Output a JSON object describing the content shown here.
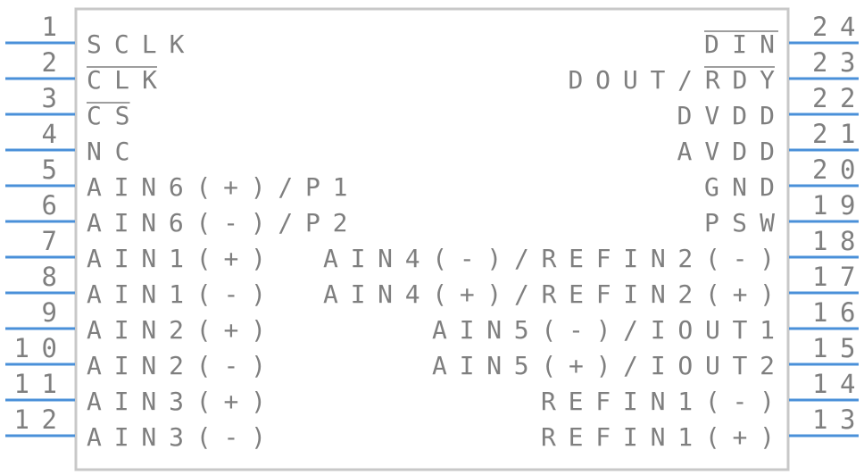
{
  "colors": {
    "pin": "#4a90d9",
    "body_stroke": "#c8c8c8",
    "text": "#7f7f7f"
  },
  "pins_left": [
    {
      "number": "1",
      "label": "SCLK",
      "overline": false
    },
    {
      "number": "2",
      "label": "CLK",
      "overline": true
    },
    {
      "number": "3",
      "label": "CS",
      "overline": true
    },
    {
      "number": "4",
      "label": "NC",
      "overline": false
    },
    {
      "number": "5",
      "label": "AIN6(+)/P1",
      "overline": false
    },
    {
      "number": "6",
      "label": "AIN6(-)/P2",
      "overline": false
    },
    {
      "number": "7",
      "label": "AIN1(+)",
      "overline": false
    },
    {
      "number": "8",
      "label": "AIN1(-)",
      "overline": false
    },
    {
      "number": "9",
      "label": "AIN2(+)",
      "overline": false
    },
    {
      "number": "10",
      "label": "AIN2(-)",
      "overline": false
    },
    {
      "number": "11",
      "label": "AIN3(+)",
      "overline": false
    },
    {
      "number": "12",
      "label": "AIN3(-)",
      "overline": false
    }
  ],
  "pins_right": [
    {
      "number": "24",
      "label": "DIN",
      "overline": true
    },
    {
      "number": "23",
      "label": "DOUT/RDY",
      "overline": false,
      "overline_part": "RDY"
    },
    {
      "number": "22",
      "label": "DVDD",
      "overline": false
    },
    {
      "number": "21",
      "label": "AVDD",
      "overline": false
    },
    {
      "number": "20",
      "label": "GND",
      "overline": false
    },
    {
      "number": "19",
      "label": "PSW",
      "overline": false
    },
    {
      "number": "18",
      "label": "AIN4(-)/REFIN2(-)",
      "overline": false
    },
    {
      "number": "17",
      "label": "AIN4(+)/REFIN2(+)",
      "overline": false
    },
    {
      "number": "16",
      "label": "AIN5(-)/IOUT1",
      "overline": false
    },
    {
      "number": "15",
      "label": "AIN5(+)/IOUT2",
      "overline": false
    },
    {
      "number": "14",
      "label": "REFIN1(-)",
      "overline": false
    },
    {
      "number": "13",
      "label": "REFIN1(+)",
      "overline": false
    }
  ]
}
